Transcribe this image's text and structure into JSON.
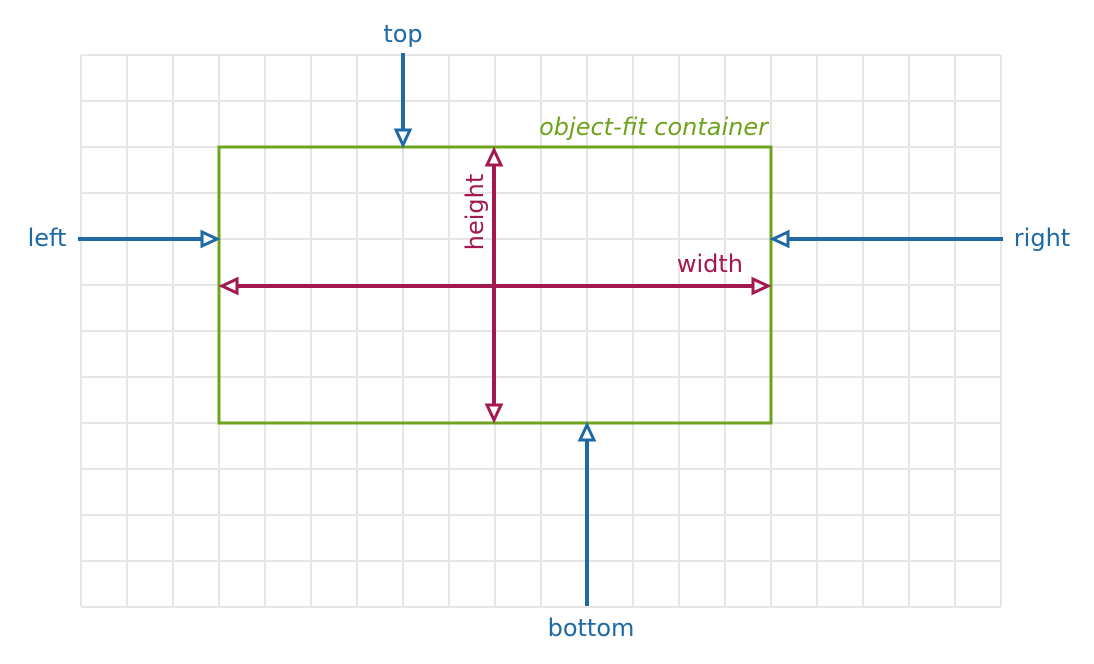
{
  "labels": {
    "top": "top",
    "bottom": "bottom",
    "left": "left",
    "right": "right",
    "width": "width",
    "height": "height",
    "container": "object-fit container"
  },
  "colors": {
    "position_arrows": "#1f6aa5",
    "dimension_arrows": "#a3194f",
    "container_border": "#6fa31e",
    "grid": "#e6e6e6"
  }
}
